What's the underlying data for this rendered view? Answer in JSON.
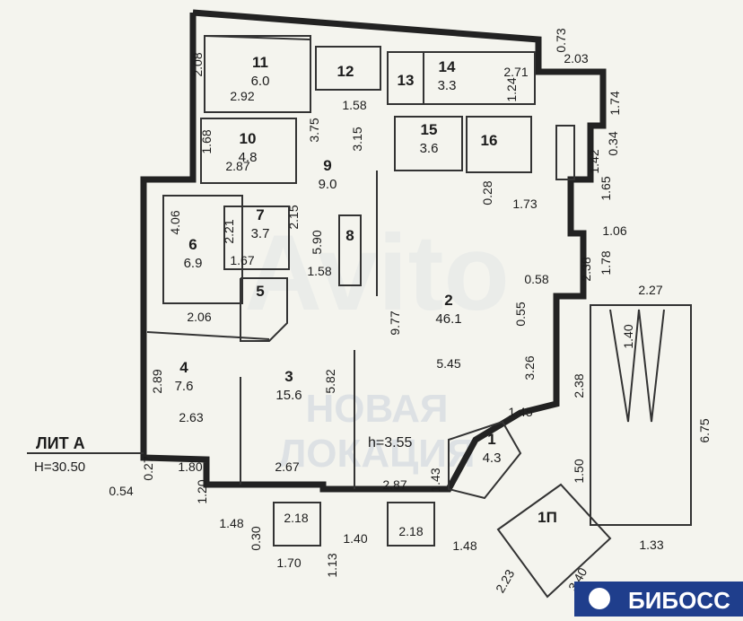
{
  "rooms": [
    {
      "num": "11",
      "area": "6.0"
    },
    {
      "num": "12",
      "area": ""
    },
    {
      "num": "13",
      "area": ""
    },
    {
      "num": "14",
      "area": "3.3"
    },
    {
      "num": "15",
      "area": "3.6"
    },
    {
      "num": "16",
      "area": ""
    },
    {
      "num": "10",
      "area": "4.8"
    },
    {
      "num": "9",
      "area": "9.0"
    },
    {
      "num": "7",
      "area": "3.7"
    },
    {
      "num": "8",
      "area": ""
    },
    {
      "num": "6",
      "area": "6.9"
    },
    {
      "num": "5",
      "area": ""
    },
    {
      "num": "2",
      "area": "46.1"
    },
    {
      "num": "4",
      "area": "7.6"
    },
    {
      "num": "3",
      "area": "15.6"
    },
    {
      "num": "1",
      "area": "4.3"
    },
    {
      "num": "1П",
      "area": ""
    }
  ],
  "dims": [
    "2.08",
    "2.92",
    "1.58",
    "2.71",
    "1.24",
    "0.73",
    "2.03",
    "1.74",
    "1.68",
    "2.87",
    "3.75",
    "3.15",
    "0.34",
    "1.42",
    "0.28",
    "1.73",
    "1.65",
    "4.06",
    "2.21",
    "2.15",
    "5.90",
    "1.67",
    "1.58",
    "1.06",
    "1.78",
    "2.38",
    "2.27",
    "0.58",
    "0.55",
    "9.77",
    "2.06",
    "1.40",
    "2.89",
    "5.82",
    "5.45",
    "3.26",
    "2.38",
    "6.75",
    "2.63",
    "1.45",
    "1.43",
    "2.67",
    "2.87",
    "1.50",
    "0.27",
    "1.80",
    "0.54",
    "1.20",
    "1.48",
    "0.30",
    "2.18",
    "1.40",
    "2.18",
    "1.48",
    "1.13",
    "1.70",
    "1.33",
    "2.23",
    "3.40"
  ],
  "labels": {
    "lit": "ЛИТ А",
    "h_level": "H=30.50",
    "ceiling": "h=3.55"
  },
  "watermark": {
    "line1": "НОВАЯ",
    "line2": "ЛОКАЦИЯ",
    "avito": "Avito"
  },
  "brand": {
    "text": "БИБОСС",
    "color": "#1f3e8c"
  }
}
